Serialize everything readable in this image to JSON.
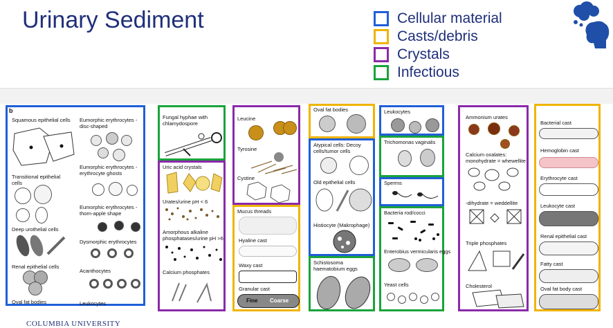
{
  "title": "Urinary Sediment",
  "legend": [
    {
      "label": "Cellular material",
      "color": "#1f5fd8"
    },
    {
      "label": "Casts/debris",
      "color": "#f0b400"
    },
    {
      "label": "Crystals",
      "color": "#8a2aa8"
    },
    {
      "label": "Infectious",
      "color": "#19a33a"
    }
  ],
  "panel_b": {
    "letter": "b",
    "left_labels": [
      "Squamous epithelial cells",
      "Transitional epithelial cells",
      "Deep urothelial cells",
      "Renal epithelial cells",
      "Oval fat bodies"
    ],
    "right_labels": [
      "Eumorphic erythrocytes -disc-shaped",
      "Eumorphic erythrocytes -erythrocyte ghosts",
      "Eumorphic erythrocytes -thorn-apple shape",
      "Dysmorphic erythrocytes",
      "Acanthocytes",
      "Leukocytes"
    ]
  },
  "fungal": "Fungal hyphae with chlamydospore",
  "uric": {
    "title": "Uric acid crystals",
    "urates": "Urates/urine pH < 6",
    "amorph": "Amorphous alkaline phosphatases/urine pH >6",
    "calcium": "Calcium phosphates"
  },
  "col3": {
    "leucine": "Leucine",
    "tyrosine": "Tyrosine",
    "cystine": "Cystine"
  },
  "col3b": {
    "mucus": "Mucus threads",
    "hyaline": "Hyaline cast",
    "waxy": "Waxy cast",
    "granular": "Granular cast",
    "fine": "Fine",
    "coarse": "Coarse"
  },
  "col4": {
    "oval": "Oval fat bodies",
    "atypical": "Atypical cells: Decoy cells/tumor cells",
    "old": "Old epithelial cells",
    "histio": "Histiocyte (Makrophage)",
    "schisto": "Schistosoma haematobium eggs"
  },
  "col5": {
    "leuko": "Leukocytes",
    "tricho": "Trichomonas vaginalis",
    "sperms": "Sperms",
    "bacteria": "Bacteria rod/cocci",
    "entero": "Enterobius vermicularis eggs",
    "yeast": "Yeast cells"
  },
  "col6": {
    "ammon": "Ammonium urates",
    "oxalate": "Calcium oxalates: monohydrate = whewellite",
    "dihydrate": "-dihydrate = weddellite",
    "triple": "Triple phosphates",
    "chol": "Cholesterol"
  },
  "col7": {
    "bact": "Bacterial cast",
    "hemo": "Hemoglobin cast",
    "ery": "Erythrocyte cast",
    "leuk": "Leukocyte cast",
    "renal": "Renal epithelial cast",
    "fatty": "Fatty cast",
    "ovalfat": "Oval fat body cast"
  },
  "footer": "COLUMBIA UNIVERSITY"
}
